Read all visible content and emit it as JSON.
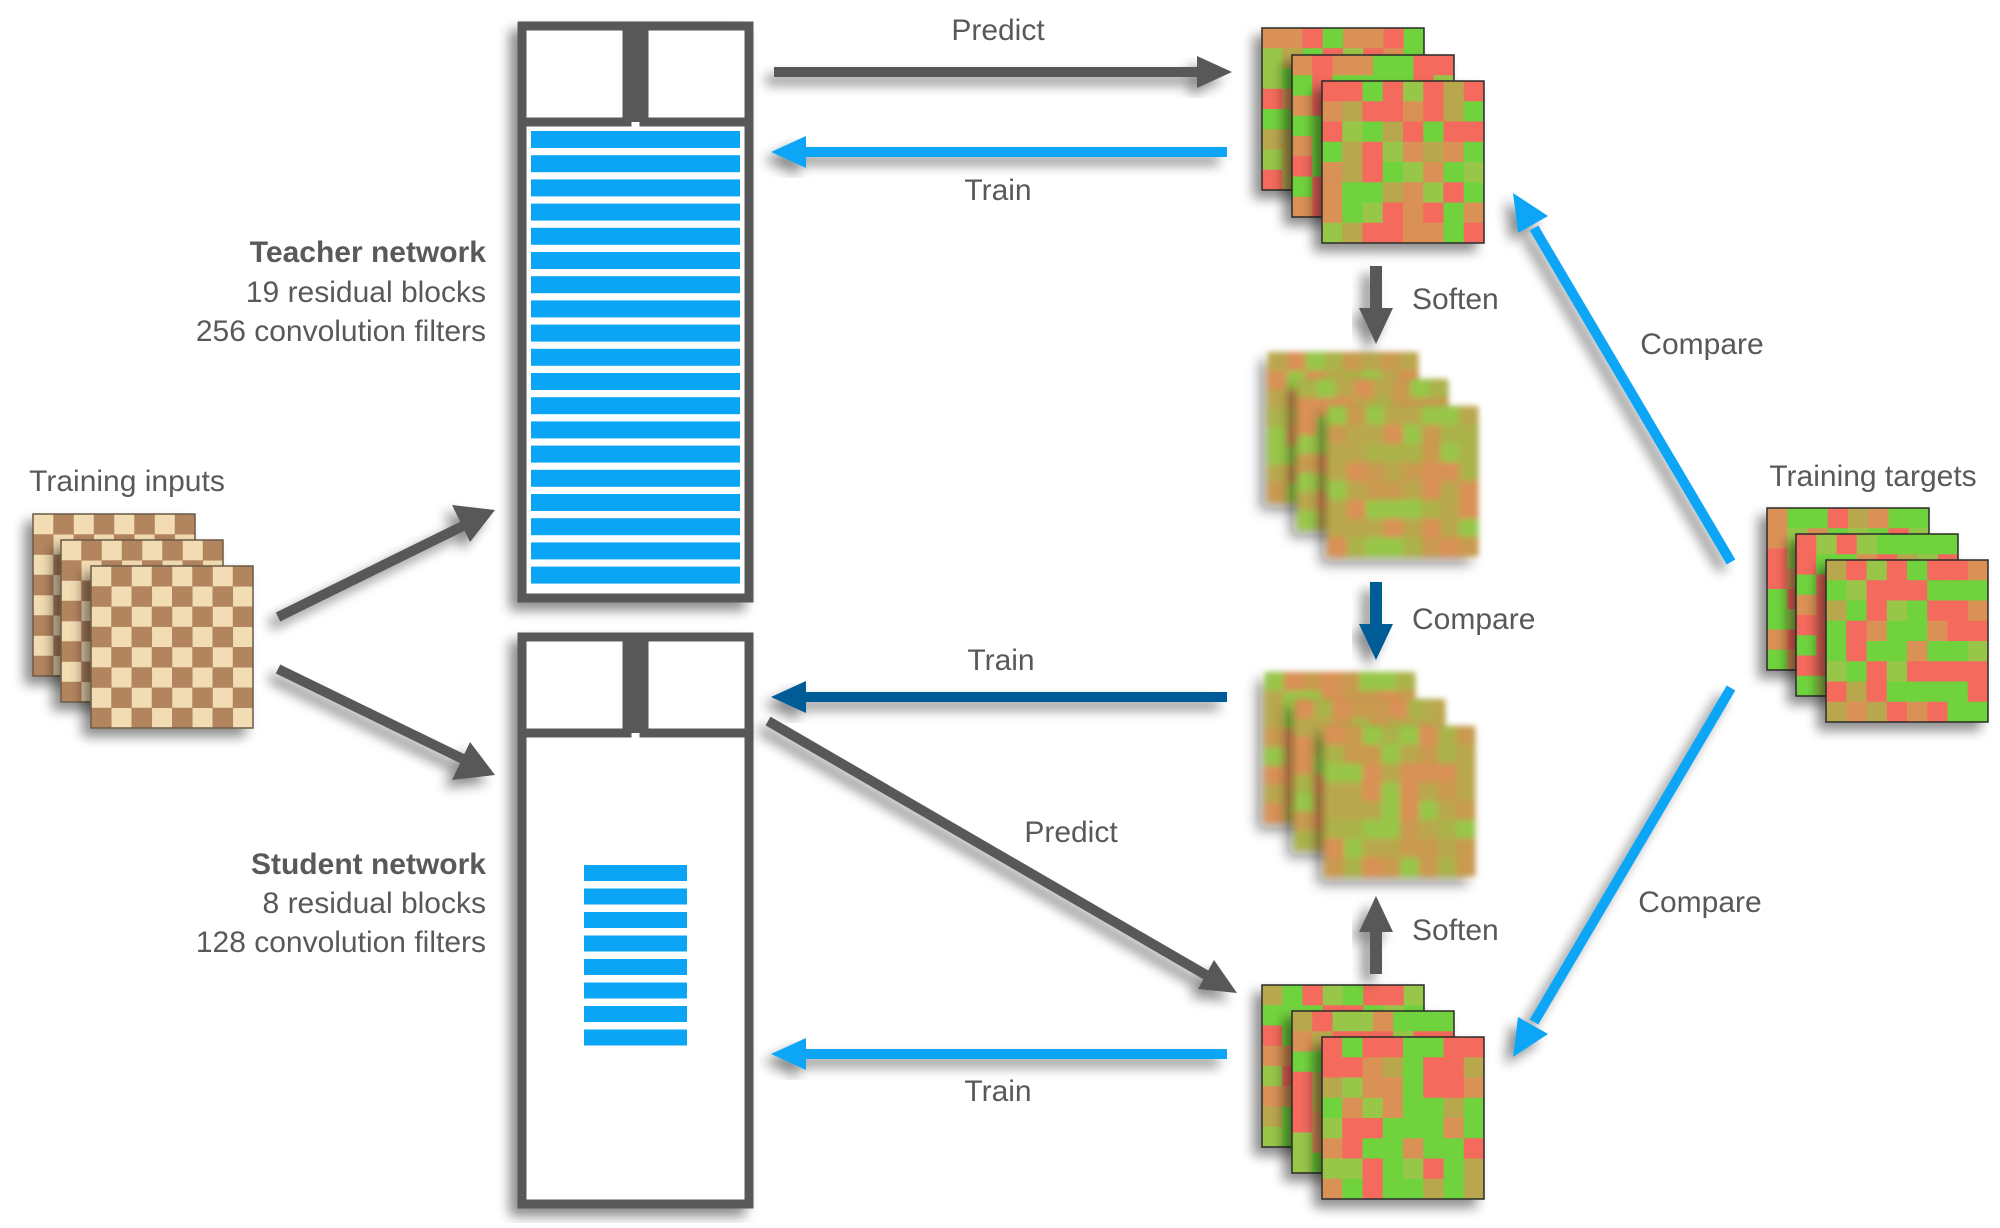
{
  "colors": {
    "gray": "#595959",
    "light_blue": "#0aa5f5",
    "dark_blue": "#005b96",
    "chess_light": "#f2dcb4",
    "chess_dark": "#b3855f",
    "heat_red": "#f46a5b",
    "heat_green": "#6fd33c",
    "heat_olive": "#b9a74d",
    "heat_orange": "#d99154",
    "heat_lime": "#98c64a"
  },
  "inputs": {
    "label": "Training inputs"
  },
  "teacher": {
    "title": "Teacher network",
    "blocks": "19 residual blocks",
    "filters": "256 convolution filters",
    "block_count": 19
  },
  "student": {
    "title": "Student network",
    "blocks": "8 residual blocks",
    "filters": "128 convolution filters",
    "block_count": 8
  },
  "targets": {
    "label": "Training targets"
  },
  "arrows": {
    "teacher_predict": "Predict",
    "teacher_train": "Train",
    "teacher_soften": "Soften",
    "soft_compare": "Compare",
    "student_soften": "Soften",
    "student_distill_train": "Train",
    "student_predict": "Predict",
    "student_train": "Train",
    "target_compare_top": "Compare",
    "target_compare_bottom": "Compare"
  }
}
